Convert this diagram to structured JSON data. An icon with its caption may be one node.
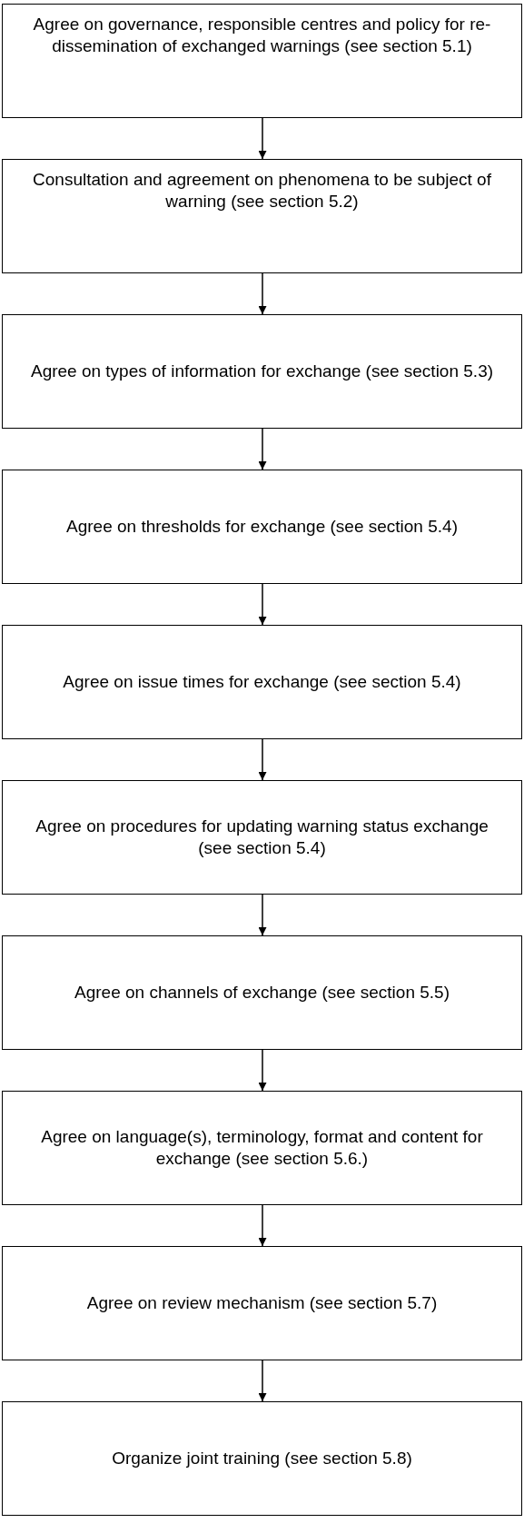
{
  "diagram": {
    "nodes": [
      {
        "text": [
          "Agree on governance, responsible centres and policy for re-dissemination of exchanged warnings (see section 5.1)"
        ]
      },
      {
        "text": [
          "Consultation and agreement on phenomena to be subject of warning (see section 5.2)"
        ]
      },
      {
        "text": [
          "Agree on types of information for exchange (see section 5.3)"
        ]
      },
      {
        "text": [
          "Agree on thresholds for exchange (see section 5.4)"
        ]
      },
      {
        "text": [
          "Agree on issue times for exchange (see section 5.4)"
        ]
      },
      {
        "text": [
          "Agree on procedures for updating warning status exchange (see section 5.4)"
        ]
      },
      {
        "text": [
          "Agree on channels of exchange (see section 5.5)"
        ]
      },
      {
        "text": [
          "Agree on language(s), terminology, format and content for exchange (see section 5.6.)"
        ]
      },
      {
        "text": [
          "Agree on review mechanism (see section 5.7)"
        ]
      },
      {
        "text": [
          "Organize joint training (see section 5.8)"
        ]
      }
    ],
    "edges": [
      {
        "from": 0,
        "to": 1,
        "arrow": "to"
      },
      {
        "from": 1,
        "to": 2,
        "arrow": "to"
      },
      {
        "from": 2,
        "to": 3,
        "arrow": "to"
      },
      {
        "from": 3,
        "to": 4,
        "arrow": "to"
      },
      {
        "from": 4,
        "to": 5,
        "arrow": "to"
      },
      {
        "from": 5,
        "to": 6,
        "arrow": "to"
      },
      {
        "from": 6,
        "to": 7,
        "arrow": "to"
      },
      {
        "from": 7,
        "to": 8,
        "arrow": "to"
      },
      {
        "from": 8,
        "to": 9,
        "arrow": "to"
      }
    ]
  }
}
